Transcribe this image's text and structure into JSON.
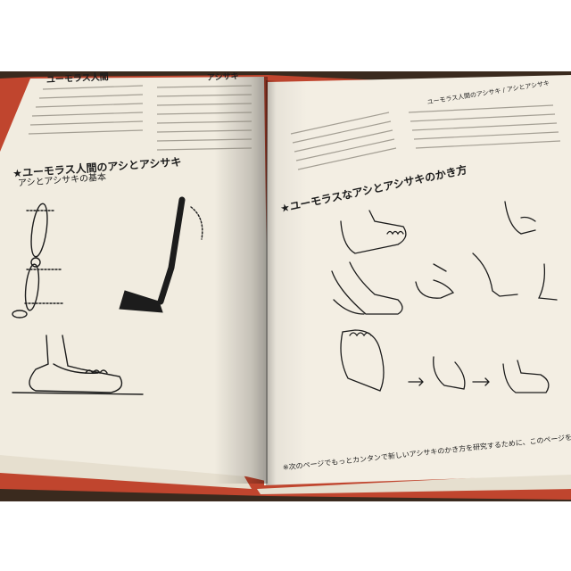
{
  "book": {
    "header_left": "ユーモラス人間",
    "header_left_2": "アシサキ",
    "header_right": "ユーモラス人間のアシサキ / アシとアシサキ",
    "section_left_title": "★ユーモラス人間のアシとアシサキ",
    "section_left_sub": "アシとアシサキの基本",
    "section_right_title": "★ユーモラスなアシとアシサキのかき方",
    "footer_note": "※次のページでもっとカンタンで新しいアシサキのかき方を研究するために、このページをジックリ見ておこう"
  },
  "colors": {
    "background": "#ffffff",
    "table": "#3a2a1e",
    "page": "#f1ece0",
    "cover": "#c0452e",
    "ink": "#1c1c1c"
  }
}
